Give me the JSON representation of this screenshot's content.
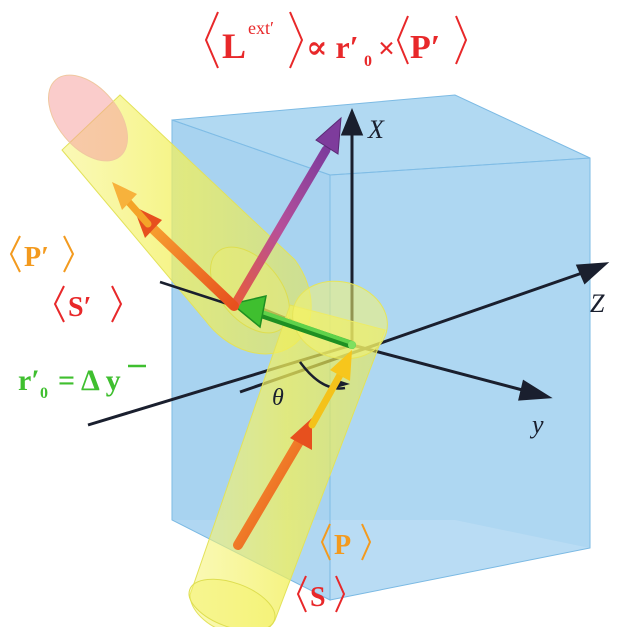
{
  "title": {
    "L": "L",
    "ext": "ext′",
    "rest": "∝ r′",
    "sub0": "0",
    "times": "×",
    "P": "P′"
  },
  "axes": {
    "X": "X",
    "Z": "Z",
    "y": "y",
    "theta": "θ"
  },
  "labels": {
    "P_prime": "P′",
    "S_prime": "S′",
    "r0": "r′",
    "r0_sub": "0",
    "r0_rhs": "= Δ y",
    "P": "P",
    "S": "S"
  },
  "colors": {
    "red": "#e8282a",
    "orange": "#f39a1e",
    "green": "#3fbf2f",
    "box": "#8ec8ee",
    "box_edge": "#6fb2e2",
    "cylinder": "#f3f26a",
    "axis": "#1a1f2e"
  }
}
